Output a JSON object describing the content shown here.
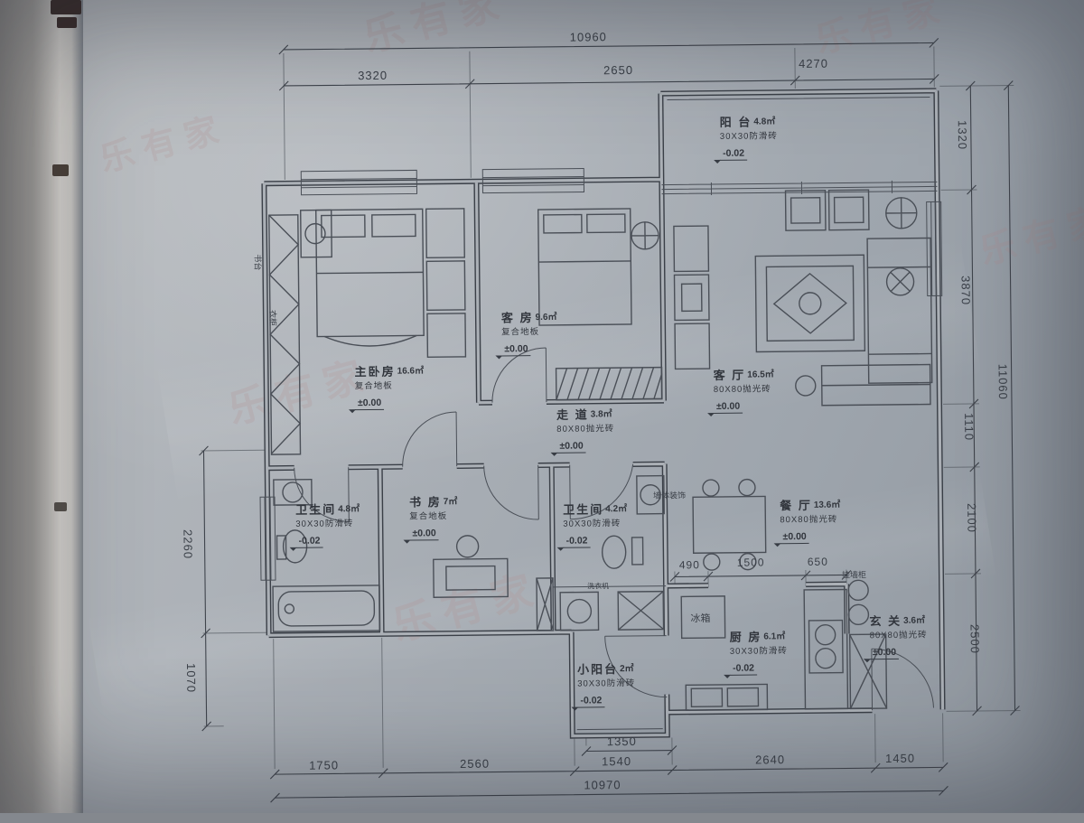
{
  "watermark": {
    "text": "乐有家"
  },
  "rooms": [
    {
      "label": "阳 台",
      "area": "4.8㎡",
      "floor": "30X30防滑砖",
      "level": "-0.02"
    },
    {
      "label": "主卧房",
      "area": "16.6㎡",
      "floor": "复合地板",
      "level": "±0.00"
    },
    {
      "label": "客 房",
      "area": "9.6㎡",
      "floor": "复合地板",
      "level": "±0.00"
    },
    {
      "label": "客 厅",
      "area": "16.5㎡",
      "floor": "80X80抛光砖",
      "level": "±0.00"
    },
    {
      "label": "走 道",
      "area": "3.8㎡",
      "floor": "80X80抛光砖",
      "level": "±0.00"
    },
    {
      "label": "卫生间",
      "area": "4.8㎡",
      "floor": "30X30防滑砖",
      "level": "-0.02"
    },
    {
      "label": "书 房",
      "area": "7㎡",
      "floor": "复合地板",
      "level": "±0.00"
    },
    {
      "label": "卫生间",
      "area": "4.2㎡",
      "floor": "30X30防滑砖",
      "level": "-0.02"
    },
    {
      "label": "餐 厅",
      "area": "13.6㎡",
      "floor": "80X80抛光砖",
      "level": "±0.00"
    },
    {
      "label": "厨 房",
      "area": "6.1㎡",
      "floor": "30X30防滑砖",
      "level": "-0.02"
    },
    {
      "label": "玄 关",
      "area": "3.6㎡",
      "floor": "80X80抛光砖",
      "level": "±0.00"
    },
    {
      "label": "小阳台",
      "area": "2㎡",
      "floor": "30X30防滑砖",
      "level": "-0.02"
    }
  ],
  "dimensions": {
    "top": {
      "total": "10960",
      "segments": [
        "3320",
        "2650",
        "4270"
      ]
    },
    "bottom": {
      "total": "10970",
      "inner": "1350",
      "segments": [
        "1750",
        "2560",
        "1540",
        "2640",
        "1450"
      ]
    },
    "right": {
      "total": "11060",
      "segments": [
        "1320",
        "3870",
        "1110",
        "2100",
        "2500"
      ]
    },
    "left": {
      "segments": [
        "2260",
        "1070"
      ]
    },
    "kitchen_row": [
      "490",
      "1500",
      "650"
    ]
  },
  "annotations": {
    "desk": "书台",
    "wardrobe": "衣柜",
    "fridge": "冰箱",
    "washer": "洗衣机",
    "wall_cabinet": "挂墙柜",
    "wall_decor": "墙体装饰"
  }
}
